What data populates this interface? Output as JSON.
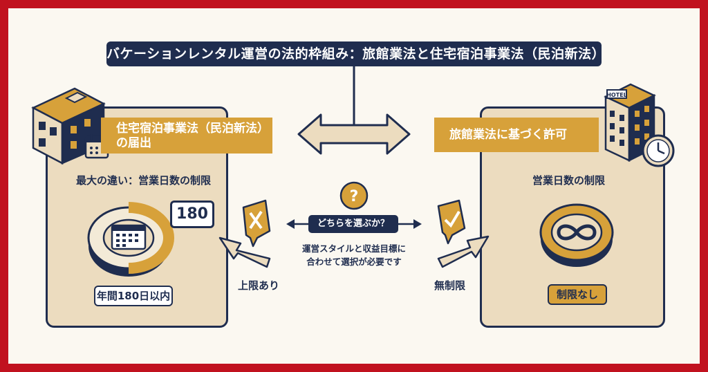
{
  "title": "バケーションレンタル運営の法的枠組み：旅館業法と住宅宿泊事業法（民泊新法）",
  "left": {
    "banner_line1": "住宅宿泊事業法（民泊新法）",
    "banner_line2": "の届出",
    "heading": "最大の違い：営業日数の制限",
    "badge": "180",
    "limit_label": "年間180日以内",
    "side_label": "上限あり"
  },
  "right": {
    "banner": "旅館業法に基づく許可",
    "heading": "営業日数の制限",
    "limit_label": "制限なし",
    "side_label": "無制限",
    "hotel_sign": "HOTEL"
  },
  "center": {
    "question_mark": "?",
    "choose_label": "どちらを選ぶか？",
    "desc_line1": "運営スタイルと収益目標に",
    "desc_line2": "合わせて選択が必要です"
  },
  "colors": {
    "navy": "#1f2d4f",
    "gold": "#d7a13a",
    "tan": "#ecdcbf",
    "red": "#c1121f",
    "cream": "#fbf8f1"
  }
}
